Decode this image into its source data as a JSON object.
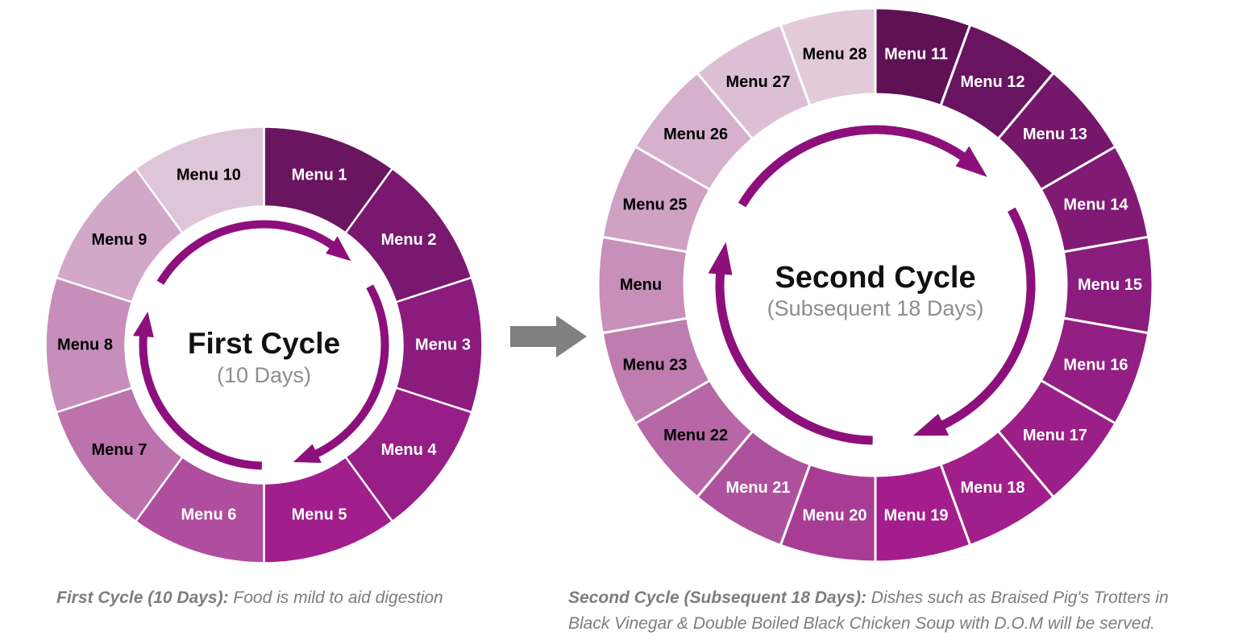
{
  "colors": {
    "cycle_arrow": "#8D0F7C",
    "flow_arrow": "#808080",
    "segment_gap": "#ffffff"
  },
  "charts": [
    {
      "name": "first-cycle",
      "title": "First Cycle",
      "subtitle": "(10 Days)",
      "rotation": "clockwise",
      "segments": [
        {
          "label": "Menu 1",
          "color": "#6A1560",
          "text_color": "#ffffff"
        },
        {
          "label": "Menu 2",
          "color": "#7A1870",
          "text_color": "#ffffff"
        },
        {
          "label": "Menu 3",
          "color": "#8B1C7D",
          "text_color": "#ffffff"
        },
        {
          "label": "Menu 4",
          "color": "#971E86",
          "text_color": "#ffffff"
        },
        {
          "label": "Menu 5",
          "color": "#A21E8C",
          "text_color": "#ffffff"
        },
        {
          "label": "Menu 6",
          "color": "#AF4D9E",
          "text_color": "#ffffff"
        },
        {
          "label": "Menu 7",
          "color": "#BB72AD",
          "text_color": "#000000"
        },
        {
          "label": "Menu 8",
          "color": "#C78EBB",
          "text_color": "#000000"
        },
        {
          "label": "Menu 9",
          "color": "#D2A8C9",
          "text_color": "#000000"
        },
        {
          "label": "Menu 10",
          "color": "#DFC5DA",
          "text_color": "#000000"
        }
      ]
    },
    {
      "name": "second-cycle",
      "title": "Second Cycle",
      "subtitle": "(Subsequent 18 Days)",
      "rotation": "clockwise",
      "segments": [
        {
          "label": "Menu 11",
          "color": "#5E1155",
          "text_color": "#ffffff"
        },
        {
          "label": "Menu 12",
          "color": "#691460",
          "text_color": "#ffffff"
        },
        {
          "label": "Menu 13",
          "color": "#75176B",
          "text_color": "#ffffff"
        },
        {
          "label": "Menu 14",
          "color": "#801A74",
          "text_color": "#ffffff"
        },
        {
          "label": "Menu 15",
          "color": "#8A1C7D",
          "text_color": "#ffffff"
        },
        {
          "label": "Menu 16",
          "color": "#931E84",
          "text_color": "#ffffff"
        },
        {
          "label": "Menu 17",
          "color": "#9A1F88",
          "text_color": "#ffffff"
        },
        {
          "label": "Menu 18",
          "color": "#A01F8B",
          "text_color": "#ffffff"
        },
        {
          "label": "Menu 19",
          "color": "#A31E8C",
          "text_color": "#ffffff"
        },
        {
          "label": "Menu 20",
          "color": "#A83C95",
          "text_color": "#ffffff"
        },
        {
          "label": "Menu 21",
          "color": "#AE519D",
          "text_color": "#ffffff"
        },
        {
          "label": "Menu 22",
          "color": "#B767A5",
          "text_color": "#000000"
        },
        {
          "label": "Menu 23",
          "color": "#BF7CAF",
          "text_color": "#000000"
        },
        {
          "label": "Menu",
          "color": "#C78FB9",
          "text_color": "#000000"
        },
        {
          "label": "Menu 25",
          "color": "#CFA1C3",
          "text_color": "#000000"
        },
        {
          "label": "Menu 26",
          "color": "#D6B0CC",
          "text_color": "#000000"
        },
        {
          "label": "Menu 27",
          "color": "#DCBED5",
          "text_color": "#000000"
        },
        {
          "label": "Menu 28",
          "color": "#E2CADB",
          "text_color": "#000000"
        }
      ]
    }
  ],
  "captions": [
    {
      "bold": "First Cycle (10 Days):",
      "text": " Food is mild to aid digestion"
    },
    {
      "bold": "Second Cycle (Subsequent 18 Days):",
      "text": " Dishes such as Braised Pig's Trotters in Black Vinegar & Double Boiled Black Chicken Soup with D.O.M will be served."
    }
  ]
}
